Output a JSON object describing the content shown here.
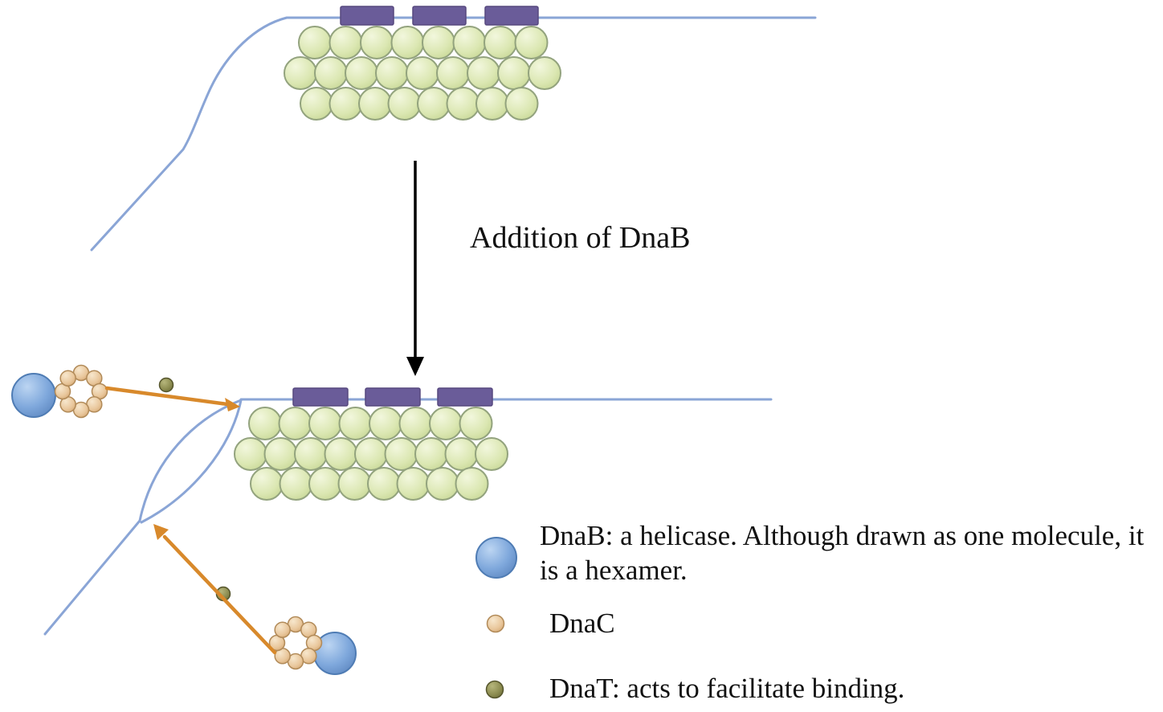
{
  "diagram": {
    "process_label": "Addition of DnaB",
    "legend": {
      "dnab": "DnaB: a helicase. Although drawn as one molecule, it is a hexamer.",
      "dnac": "DnaC",
      "dnat": "DnaT: acts to facilitate binding."
    },
    "colors": {
      "dna_strand_blue": "#8aa5d6",
      "dna_box_purple": "#6a5c99",
      "ssb_green": "#dbe7b2",
      "dnab_blue": "#7fa8dc",
      "dnac_tan": "#e9c79c",
      "dnat_olive": "#8c8c50",
      "arrow_orange": "#d8892b",
      "arrow_black": "#000000",
      "text": "#111111"
    }
  }
}
